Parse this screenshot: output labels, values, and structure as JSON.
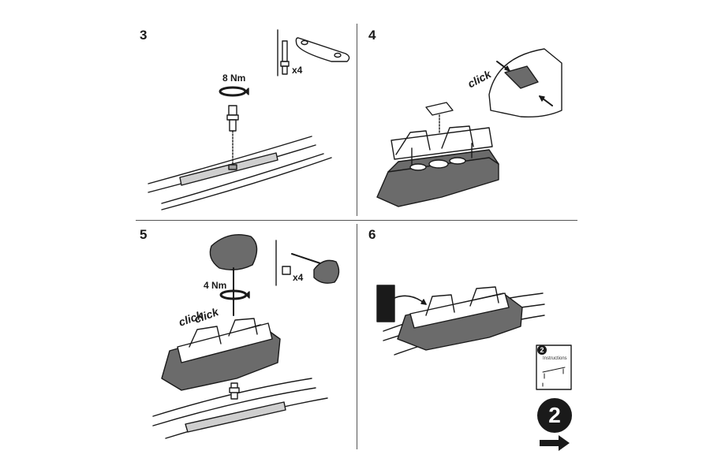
{
  "steps": {
    "s3": {
      "number": "3",
      "torque": "8 Nm",
      "qty": "x4"
    },
    "s4": {
      "number": "4",
      "click": "click"
    },
    "s5": {
      "number": "5",
      "torque": "4 Nm",
      "qty": "x4",
      "click1": "click",
      "click2": "click"
    },
    "s6": {
      "number": "6"
    }
  },
  "next_booklet": {
    "badge": "2",
    "title": "Instructions",
    "page_badge": "2"
  },
  "colors": {
    "ink": "#1a1a1a",
    "grey_fill": "#cfcfcf",
    "dark_fill": "#6b6b6b"
  },
  "icons": [
    "torque-rotation-icon",
    "arrow-right-icon",
    "hex-key-icon"
  ]
}
